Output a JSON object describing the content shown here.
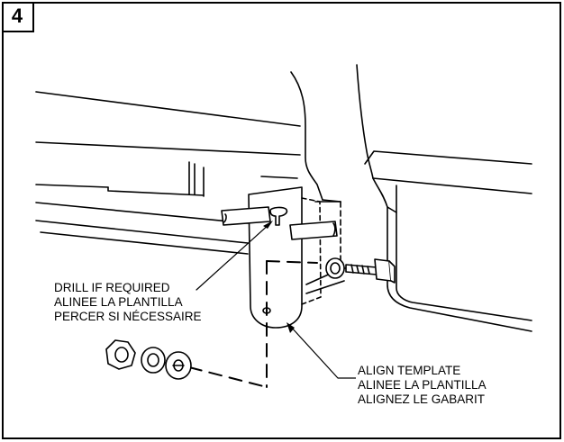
{
  "step_number": "4",
  "callouts": {
    "drill": [
      "DRILL IF REQUIRED",
      "ALINEE LA PLANTILLA",
      "PERCER SI NÉCESSAIRE"
    ],
    "align": [
      "ALIGN TEMPLATE",
      "ALINEE LA PLANTILLA",
      "ALIGNEZ LE GABARIT"
    ]
  }
}
